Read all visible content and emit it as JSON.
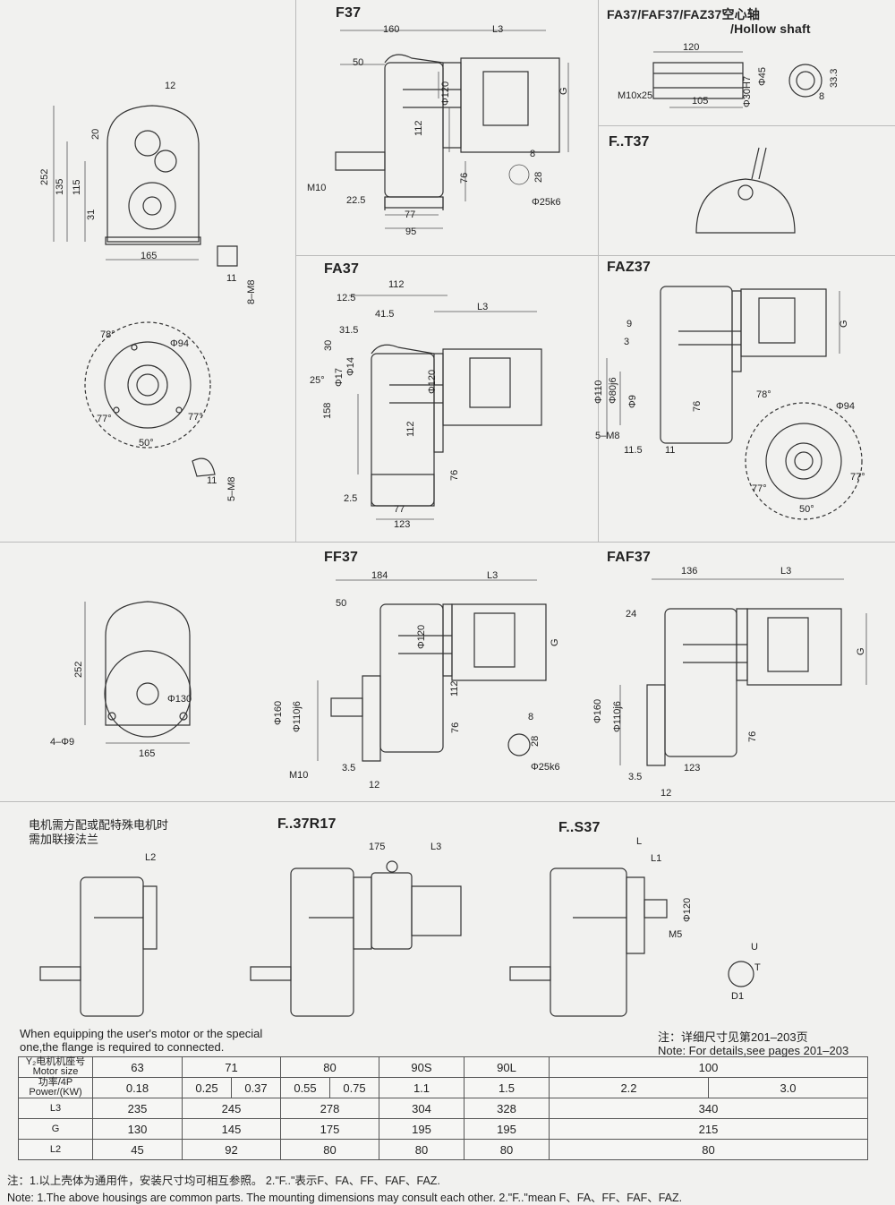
{
  "sections": {
    "f37": {
      "title": "F37",
      "dims": [
        "160",
        "L3",
        "50",
        "Φ120",
        "G",
        "112",
        "76",
        "M10",
        "22.5",
        "77",
        "95",
        "8",
        "28",
        "Φ25k6"
      ]
    },
    "hollow": {
      "title": "FA37/FAF37/FAZ37空心轴",
      "subtitle": "/Hollow shaft",
      "dims": [
        "120",
        "M10x25",
        "105",
        "Φ30H7",
        "Φ45",
        "33.3",
        "8"
      ]
    },
    "ft37": {
      "title": "F..T37"
    },
    "front_view": {
      "dims": [
        "12",
        "20",
        "252",
        "135",
        "115",
        "31",
        "165",
        "11",
        "8–M8"
      ]
    },
    "flange_view": {
      "dims": [
        "78°",
        "Φ94",
        "77°",
        "77°",
        "50°",
        "11",
        "5–M8"
      ]
    },
    "fa37": {
      "title": "FA37",
      "dims": [
        "12.5",
        "112",
        "41.5",
        "31.5",
        "L3",
        "30",
        "25°",
        "Φ14",
        "Φ17",
        "Φ120",
        "158",
        "112",
        "76",
        "2.5",
        "77",
        "123"
      ]
    },
    "faz37": {
      "title": "FAZ37",
      "dims": [
        "9",
        "3",
        "Φ110",
        "Φ80j6",
        "Φ9",
        "76",
        "5–M8",
        "11.5",
        "11",
        "G",
        "78°",
        "Φ94",
        "77°",
        "77°",
        "50°"
      ]
    },
    "ff_front": {
      "dims": [
        "252",
        "Φ130",
        "4–Φ9",
        "165"
      ]
    },
    "ff37": {
      "title": "FF37",
      "dims": [
        "184",
        "L3",
        "50",
        "Φ120",
        "G",
        "112",
        "Φ160",
        "Φ110j6",
        "76",
        "M10",
        "3.5",
        "12",
        "8",
        "28",
        "Φ25k6"
      ]
    },
    "faf37": {
      "title": "FAF37",
      "dims": [
        "136",
        "L3",
        "24",
        "G",
        "Φ160",
        "Φ110j6",
        "76",
        "123",
        "3.5",
        "12"
      ]
    },
    "motor_note": {
      "line1": "电机需方配或配特殊电机时",
      "line2": "需加联接法兰",
      "dims": [
        "L2"
      ]
    },
    "f37r17": {
      "title": "F..37R17",
      "dims": [
        "175",
        "L3"
      ]
    },
    "fs37": {
      "title": "F..S37",
      "dims": [
        "L",
        "L1",
        "Φ120",
        "M5",
        "U",
        "T",
        "D1"
      ]
    }
  },
  "equip_note": {
    "line1": "When equipping the user's motor or the special",
    "line2": "one,the flange is required to connected."
  },
  "details_note": {
    "line1": "注：详细尺寸见第201–203页",
    "line2": "Note: For details,see pages 201–203"
  },
  "table": {
    "motor_size_label": [
      "Y₂电机机座号",
      "Motor size"
    ],
    "power_label": [
      "功率/4P",
      "Power/(KW)"
    ],
    "motor_sizes": [
      "63",
      "71",
      "80",
      "90S",
      "90L",
      "100"
    ],
    "powers": [
      "0.18",
      "0.25",
      "0.37",
      "0.55",
      "0.75",
      "1.1",
      "1.5",
      "2.2",
      "3.0"
    ],
    "L3": {
      "label": "L3",
      "values": [
        "235",
        "245",
        "278",
        "304",
        "328",
        "340"
      ]
    },
    "G": {
      "label": "G",
      "values": [
        "130",
        "145",
        "175",
        "195",
        "195",
        "215"
      ]
    },
    "L2": {
      "label": "L2",
      "values": [
        "45",
        "92",
        "80",
        "80",
        "80",
        "80"
      ]
    }
  },
  "footnotes": {
    "cn": "注：1.以上壳体为通用件，安装尺寸均可相互参照。  2.\"F..\"表示F、FA、FF、FAF、FAZ.",
    "en": "Note: 1.The above housings are common parts. The mounting dimensions may consult each other.     2.\"F..\"mean F、FA、FF、FAF、FAZ."
  }
}
